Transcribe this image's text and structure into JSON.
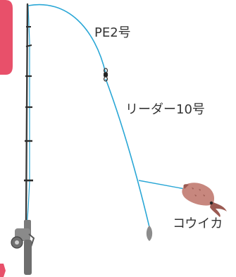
{
  "diagram": {
    "labels": {
      "main_line": "PE2号",
      "leader": "リーダー10号",
      "bait": "コウイカ"
    },
    "colors": {
      "line": "#2aa7d6",
      "rod": "#3c3c3c",
      "guide": "#2b2b2b",
      "reel": "#8a8a8a",
      "grip": "#6e6e6e",
      "squid_body": "#c7877e",
      "squid_dark": "#9b5a52",
      "sinker": "#8c8c8c",
      "left_tab": "#e8506a",
      "text": "#333333"
    }
  }
}
